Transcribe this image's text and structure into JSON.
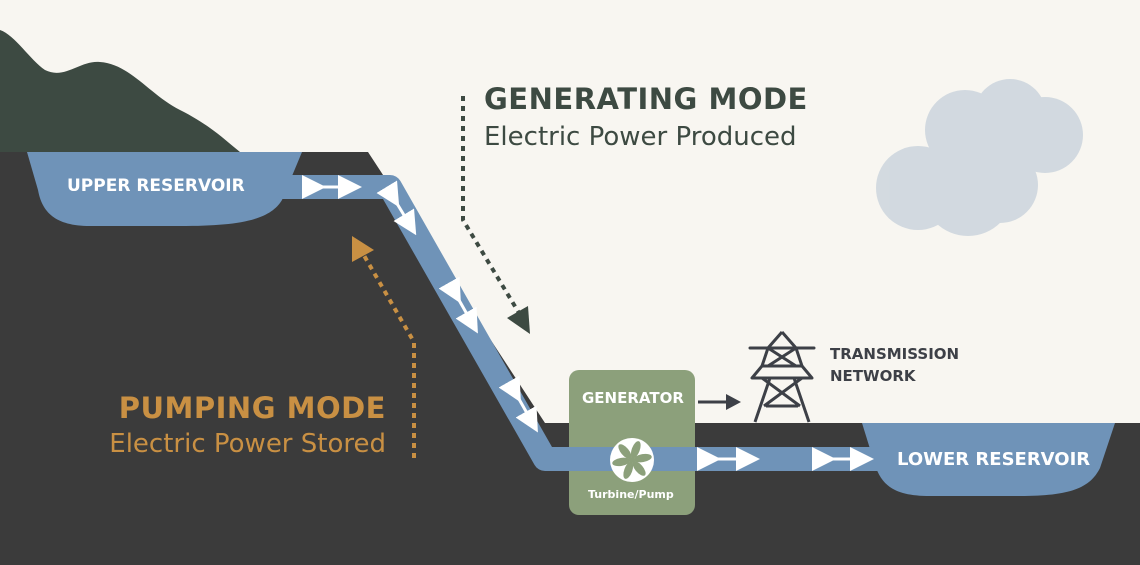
{
  "generating_mode": {
    "title": "GENERATING MODE",
    "subtitle": "Electric Power Produced",
    "color": "#3d4a42"
  },
  "pumping_mode": {
    "title": "PUMPING MODE",
    "subtitle": "Electric Power Stored",
    "color": "#c99043"
  },
  "upper_reservoir": {
    "label": "UPPER RESERVOIR"
  },
  "lower_reservoir": {
    "label": "LOWER RESERVOIR"
  },
  "generator": {
    "label": "GENERATOR",
    "color": "#8ca07b"
  },
  "turbine": {
    "label": "Turbine/Pump"
  },
  "transmission": {
    "line1": "TRANSMISSION",
    "line2": "NETWORK"
  },
  "colors": {
    "water": "#6f93b8",
    "ground": "#3b3b3b",
    "mountain": "#3d4a42",
    "sky": "#f8f6f1",
    "cloud": "#c9d3dc"
  }
}
